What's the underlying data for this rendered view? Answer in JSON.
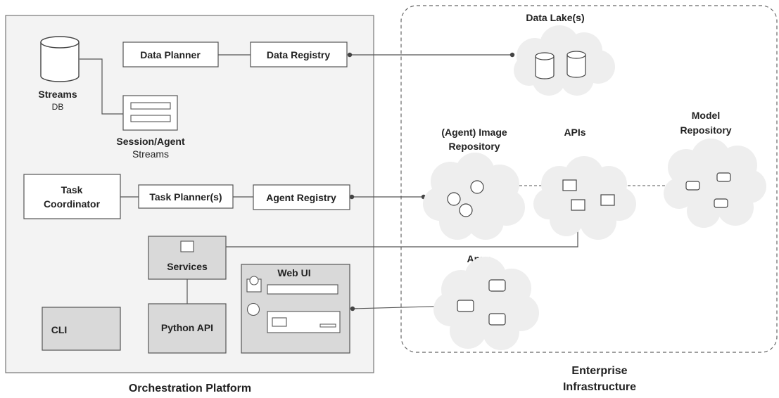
{
  "orchestration": {
    "title": "Orchestration Platform",
    "streams_db": {
      "title": "Streams",
      "subtitle": "DB"
    },
    "data_planner": "Data Planner",
    "data_registry": "Data Registry",
    "session_agent": {
      "title": "Session/Agent",
      "subtitle": "Streams"
    },
    "task_coordinator": {
      "line1": "Task",
      "line2": "Coordinator"
    },
    "task_planner": "Task Planner(s)",
    "agent_registry": "Agent Registry",
    "services": "Services",
    "python_api": "Python API",
    "cli": "CLI",
    "web_ui": "Web UI"
  },
  "enterprise": {
    "title_line1": "Enterprise",
    "title_line2": "Infrastructure",
    "data_lakes": "Data Lake(s)",
    "image_repo": {
      "line1": "(Agent) Image",
      "line2": "Repository"
    },
    "apis": "APIs",
    "model_repo": {
      "line1": "Model",
      "line2": "Repository"
    },
    "apps": "Apps"
  },
  "colors": {
    "platform_bg": "#f3f3f3",
    "component_gray": "#d9d9d9",
    "cloud_fill": "#eeeeee",
    "stroke": "#666666",
    "text": "#222222"
  }
}
